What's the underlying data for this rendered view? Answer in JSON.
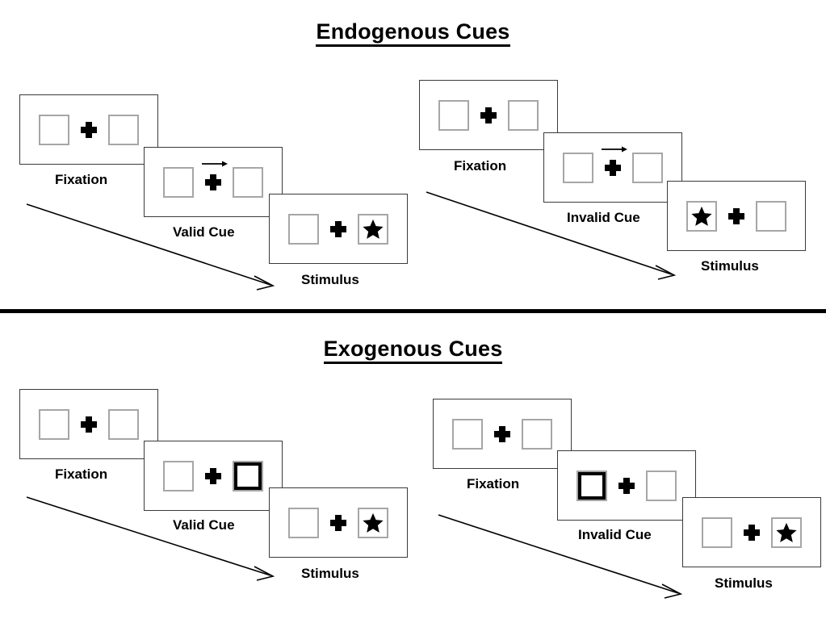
{
  "figure": {
    "sections": [
      {
        "id": "endogenous",
        "title": "Endogenous Cues",
        "groups": [
          {
            "id": "endogenous-valid",
            "cue_type": "central-arrow",
            "panels": [
              {
                "label": "Fixation",
                "left_box": "empty",
                "right_box": "empty",
                "cue": "none",
                "fixation": "plus"
              },
              {
                "label": "Valid Cue",
                "left_box": "empty",
                "right_box": "empty",
                "cue": "arrow-right",
                "fixation": "plus"
              },
              {
                "label": "Stimulus",
                "left_box": "empty",
                "right_box": "star",
                "cue": "none",
                "fixation": "plus"
              }
            ]
          },
          {
            "id": "endogenous-invalid",
            "cue_type": "central-arrow",
            "panels": [
              {
                "label": "Fixation",
                "left_box": "empty",
                "right_box": "empty",
                "cue": "none",
                "fixation": "plus"
              },
              {
                "label": "Invalid Cue",
                "left_box": "empty",
                "right_box": "empty",
                "cue": "arrow-right",
                "fixation": "plus"
              },
              {
                "label": "Stimulus",
                "left_box": "star",
                "right_box": "empty",
                "cue": "none",
                "fixation": "plus"
              }
            ]
          }
        ]
      },
      {
        "id": "exogenous",
        "title": "Exogenous Cues",
        "groups": [
          {
            "id": "exogenous-valid",
            "cue_type": "peripheral-box-flash",
            "panels": [
              {
                "label": "Fixation",
                "left_box": "empty",
                "right_box": "empty",
                "cue": "none",
                "fixation": "plus"
              },
              {
                "label": "Valid Cue",
                "left_box": "empty",
                "right_box": "cued",
                "cue": "right-box-highlight",
                "fixation": "plus"
              },
              {
                "label": "Stimulus",
                "left_box": "empty",
                "right_box": "star",
                "cue": "none",
                "fixation": "plus"
              }
            ]
          },
          {
            "id": "exogenous-invalid",
            "cue_type": "peripheral-box-flash",
            "panels": [
              {
                "label": "Fixation",
                "left_box": "empty",
                "right_box": "empty",
                "cue": "none",
                "fixation": "plus"
              },
              {
                "label": "Invalid Cue",
                "left_box": "cued",
                "right_box": "empty",
                "cue": "left-box-highlight",
                "fixation": "plus"
              },
              {
                "label": "Stimulus",
                "left_box": "empty",
                "right_box": "star",
                "cue": "none",
                "fixation": "plus"
              }
            ]
          }
        ]
      }
    ],
    "icons": {
      "fixation_cross": "plus-icon",
      "target": "star-icon",
      "cue_arrow": "arrow-right-icon",
      "time_flow": "diagonal-arrow-icon"
    },
    "colors": {
      "box_border": "#a6a6a6",
      "panel_border": "#3a3a3a",
      "ink": "#000000",
      "background": "#ffffff",
      "divider": "#000000"
    }
  }
}
